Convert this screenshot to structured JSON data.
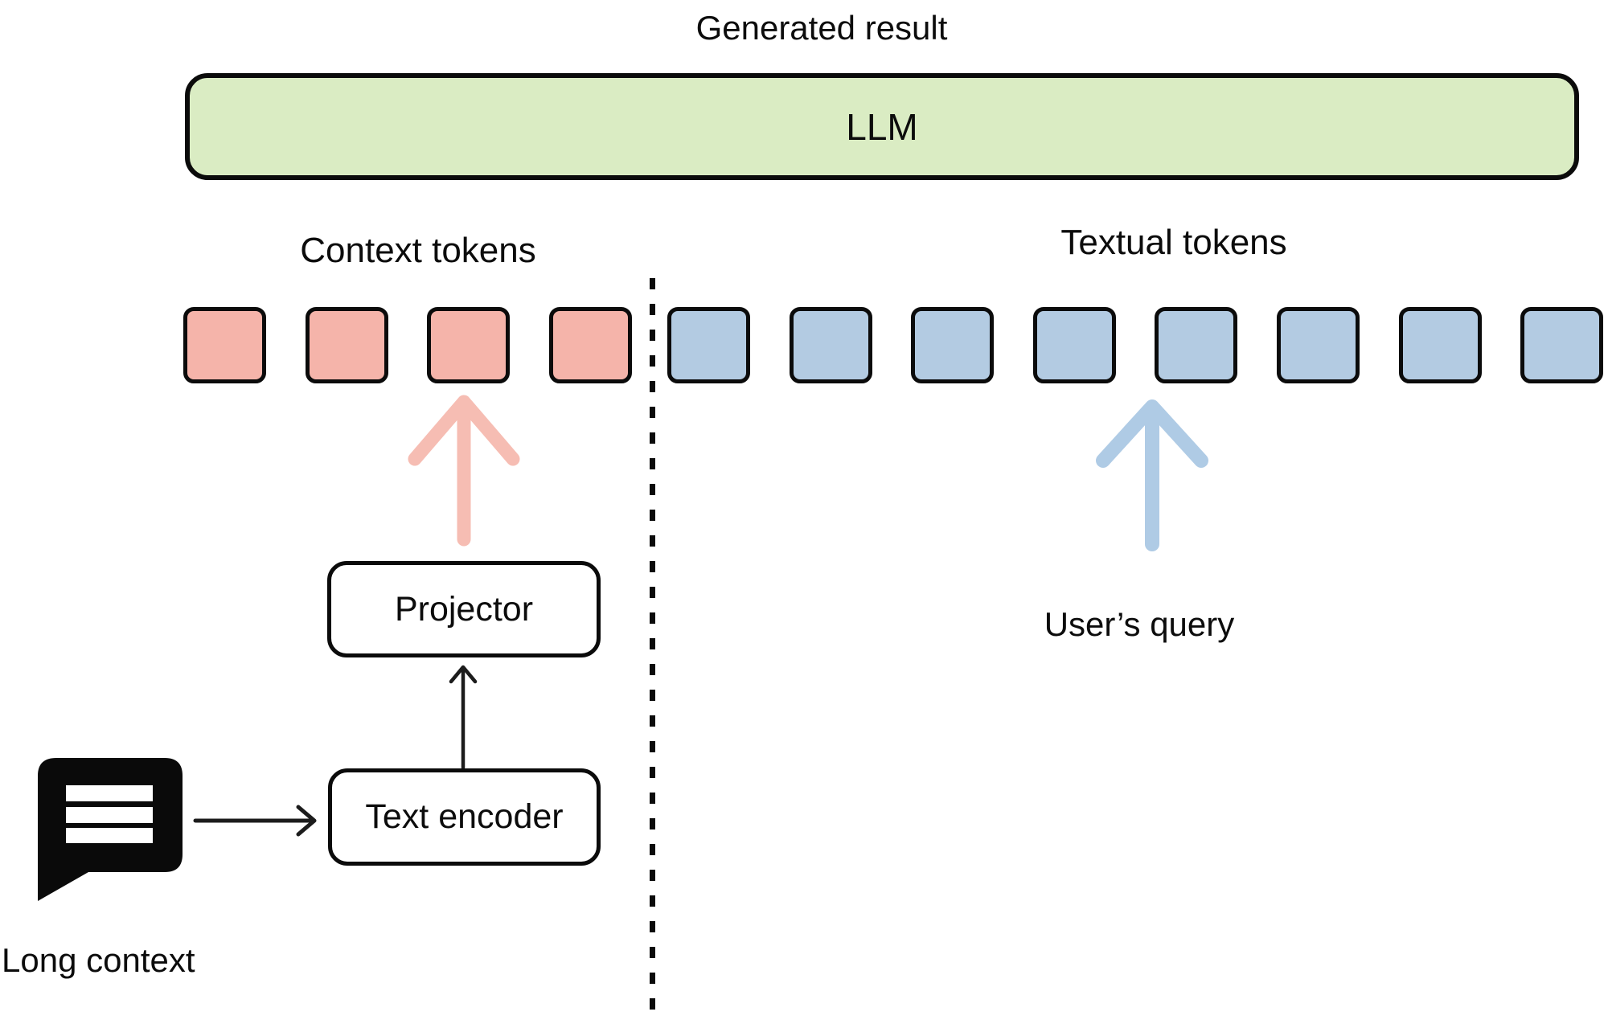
{
  "diagram": {
    "generated_result_label": "Generated result",
    "llm_box": {
      "label": "LLM",
      "fill_color": "#DAECC3"
    },
    "context_tokens": {
      "label": "Context tokens",
      "count": 4,
      "token_fill_color": "#F5B4AA",
      "arrow_color": "#F6BDB3",
      "source_label": "Long context"
    },
    "textual_tokens": {
      "label": "Textual tokens",
      "count": 8,
      "token_fill_color": "#B3CBE2",
      "arrow_color": "#AFCBE5",
      "source_label": "User’s query"
    },
    "projector_box": {
      "label": "Projector"
    },
    "text_encoder_box": {
      "label": "Text encoder"
    },
    "icon": {
      "name": "chat-bubble-icon",
      "color": "#0a0a0a"
    }
  }
}
